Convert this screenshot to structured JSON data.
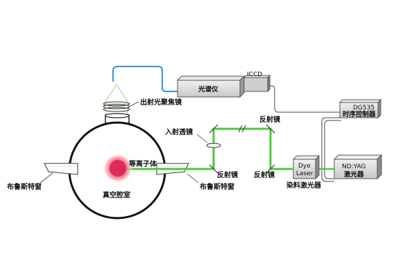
{
  "colors": {
    "laser_beam": "#4ec83a",
    "fiber": "#3a8fd6",
    "cable": "#444444",
    "plasma": "#e0305a",
    "box_fill": "#d6d6d6",
    "box_dark": "#8a8a8a"
  },
  "labels": {
    "spectrometer": "光谱仪",
    "iccd": "ICCD",
    "collection_lens": "出射光聚焦镜",
    "incident_lens": "入射透镜",
    "mirror_top_right": "反射镜",
    "mirror_bottom_left": "反射镜",
    "mirror_bottom_right": "反射镜",
    "plasma": "等离子体",
    "vacuum_chamber": "真空腔室",
    "brewster_left": "布鲁斯特窗",
    "brewster_right": "布鲁斯特窗",
    "dye_laser_line1": "Dye",
    "dye_laser_line2": "Laser",
    "dye_laser_name": "染料激光器",
    "delay_gen_model": "DG535",
    "delay_gen_name": "时序控制器",
    "yag_model": "ND:YAG",
    "yag_name": "激光器"
  }
}
